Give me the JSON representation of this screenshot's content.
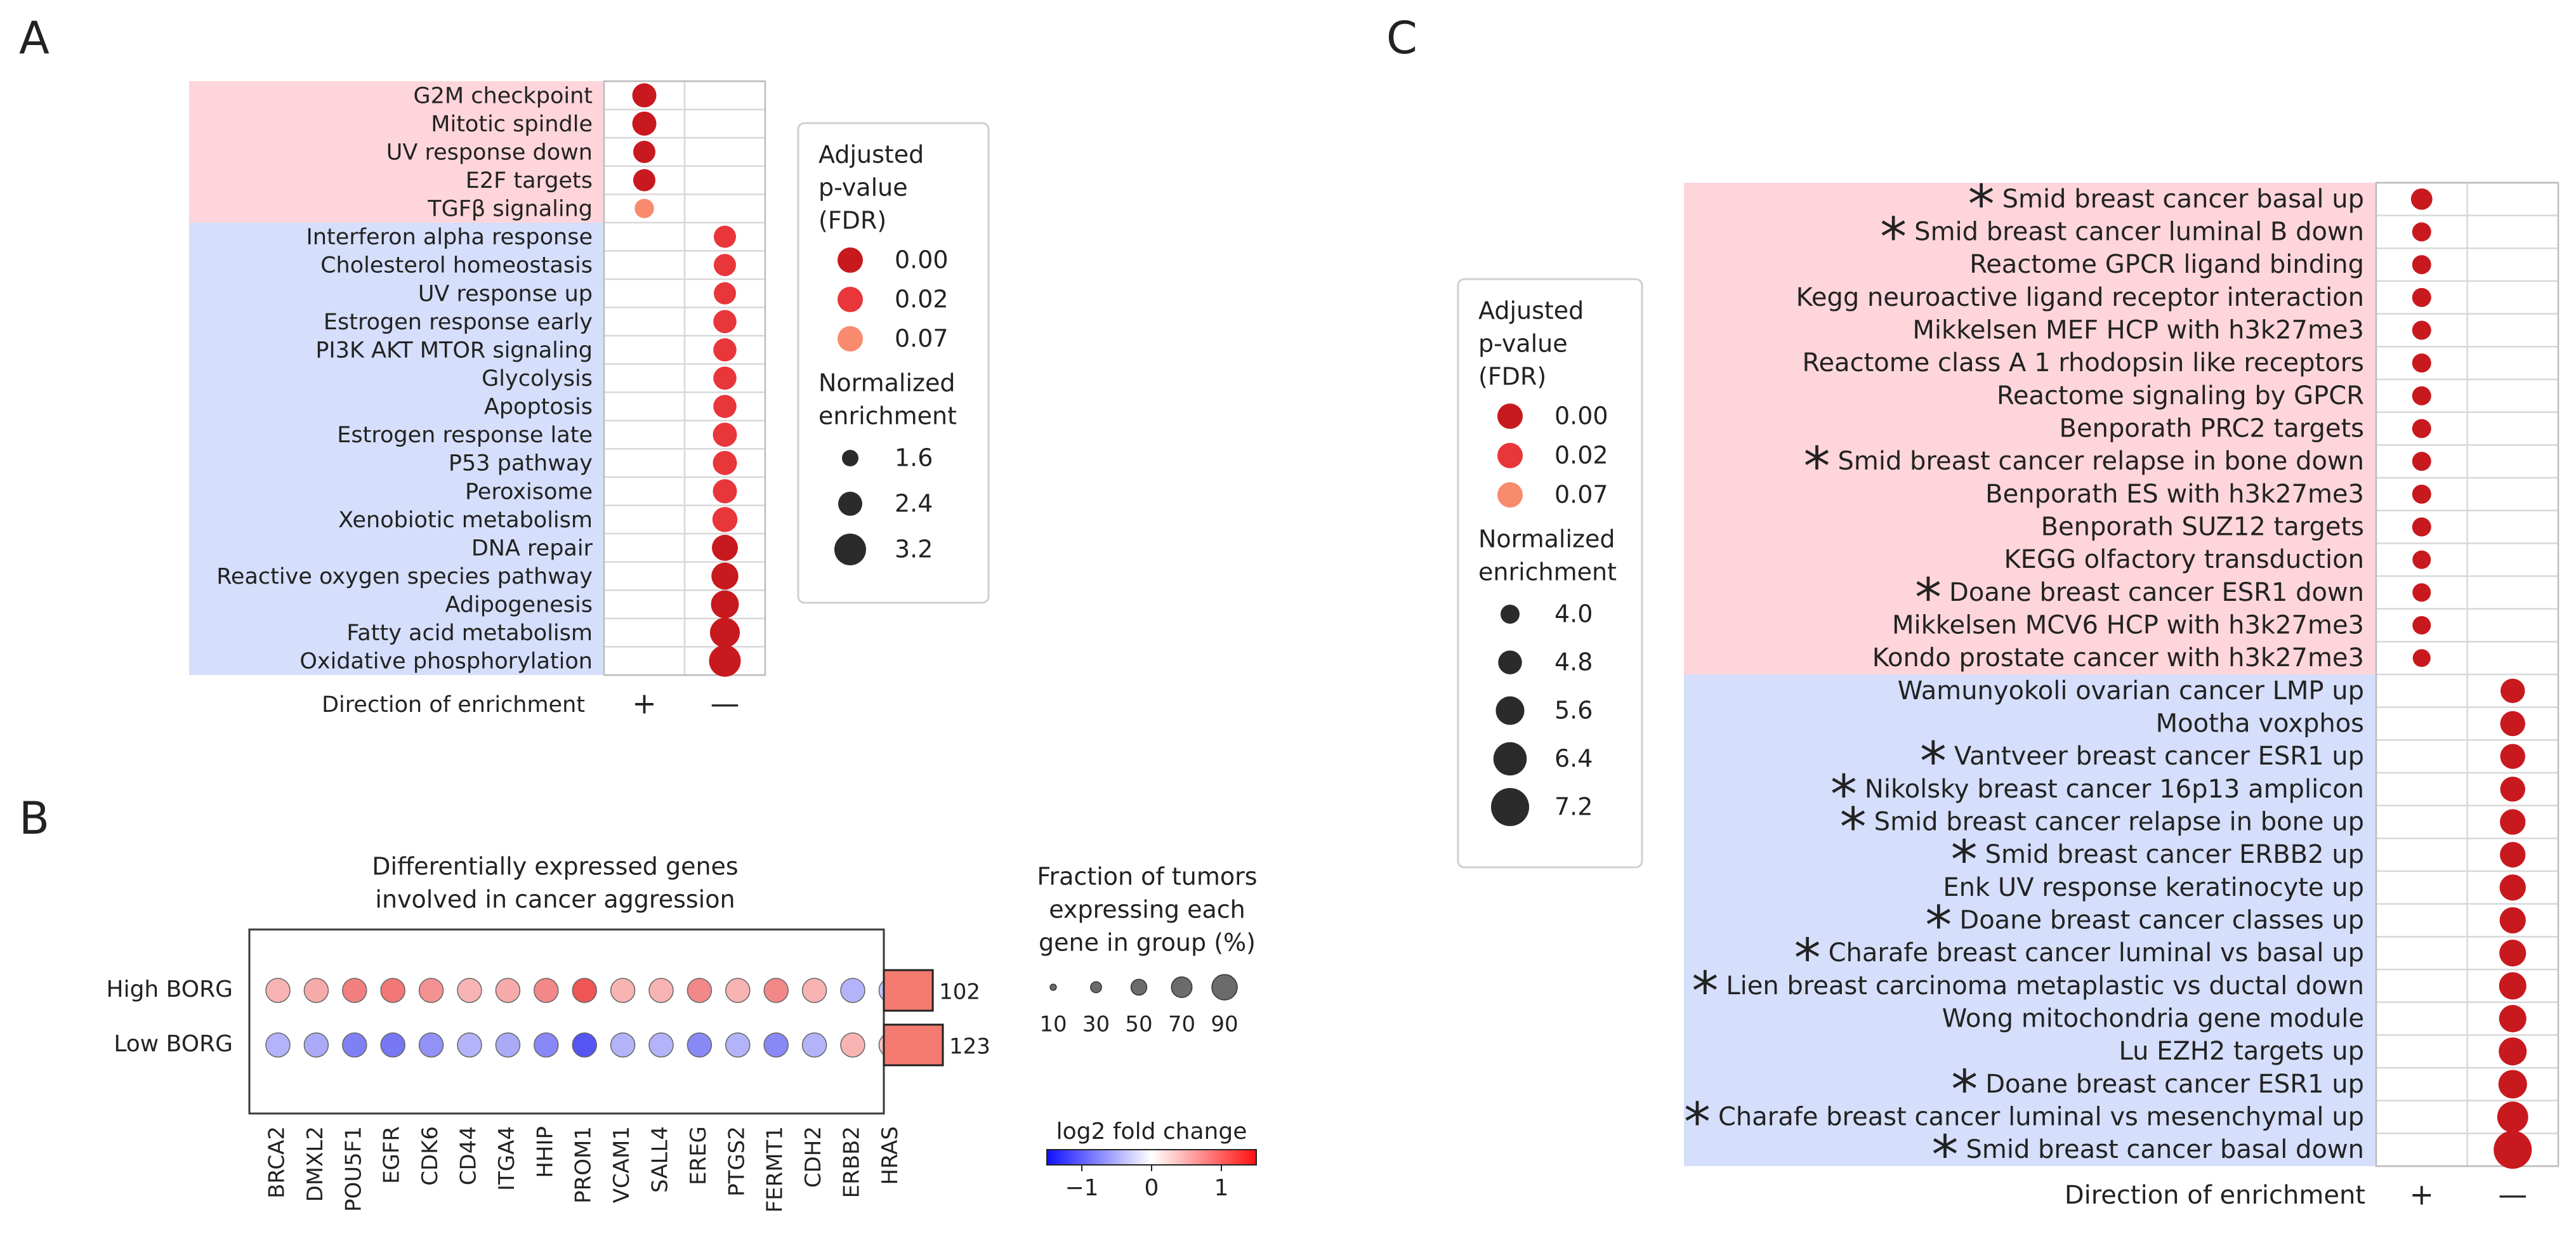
{
  "panels": {
    "a": "A",
    "b": "B",
    "c": "C"
  },
  "colors": {
    "up_band": "#fdd5db",
    "down_band": "#d5defa",
    "fdr_0_00": "#c8191f",
    "fdr_0_02": "#e8363a",
    "fdr_0_07": "#f88a6e",
    "star": "#ff1a1a",
    "count_bar": "#f47a70"
  },
  "panel_a": {
    "chart_data": {
      "type": "scatter",
      "title": "",
      "xlabel": "Direction of enrichment",
      "x_categories": [
        "+",
        "—"
      ],
      "legend_placement": "right",
      "color_legend": {
        "title": [
          "Adjusted",
          "p-value",
          "(FDR)"
        ],
        "values": [
          "0.00",
          "0.02",
          "0.07"
        ]
      },
      "size_legend": {
        "title": [
          "Normalized",
          "enrichment"
        ],
        "values": [
          "1.6",
          "2.4",
          "3.2"
        ]
      },
      "terms": [
        {
          "label": "G2M checkpoint",
          "direction": "+",
          "nes": 2.4,
          "fdr": 0.0
        },
        {
          "label": "Mitotic spindle",
          "direction": "+",
          "nes": 2.4,
          "fdr": 0.0
        },
        {
          "label": "UV response down",
          "direction": "+",
          "nes": 2.2,
          "fdr": 0.0
        },
        {
          "label": "E2F targets",
          "direction": "+",
          "nes": 2.2,
          "fdr": 0.0
        },
        {
          "label": "TGFβ signaling",
          "direction": "+",
          "nes": 1.9,
          "fdr": 0.07
        },
        {
          "label": "Interferon alpha response",
          "direction": "—",
          "nes": 2.2,
          "fdr": 0.02
        },
        {
          "label": "Cholesterol homeostasis",
          "direction": "—",
          "nes": 2.2,
          "fdr": 0.02
        },
        {
          "label": "UV response up",
          "direction": "—",
          "nes": 2.2,
          "fdr": 0.02
        },
        {
          "label": "Estrogen response early",
          "direction": "—",
          "nes": 2.3,
          "fdr": 0.02
        },
        {
          "label": "PI3K AKT MTOR signaling",
          "direction": "—",
          "nes": 2.3,
          "fdr": 0.02
        },
        {
          "label": "Glycolysis",
          "direction": "—",
          "nes": 2.3,
          "fdr": 0.02
        },
        {
          "label": "Apoptosis",
          "direction": "—",
          "nes": 2.3,
          "fdr": 0.02
        },
        {
          "label": "Estrogen response late",
          "direction": "—",
          "nes": 2.4,
          "fdr": 0.02
        },
        {
          "label": "P53 pathway",
          "direction": "—",
          "nes": 2.4,
          "fdr": 0.02
        },
        {
          "label": "Peroxisome",
          "direction": "—",
          "nes": 2.4,
          "fdr": 0.02
        },
        {
          "label": "Xenobiotic metabolism",
          "direction": "—",
          "nes": 2.5,
          "fdr": 0.02
        },
        {
          "label": "DNA repair",
          "direction": "—",
          "nes": 2.6,
          "fdr": 0.0
        },
        {
          "label": "Reactive oxygen species pathway",
          "direction": "—",
          "nes": 2.7,
          "fdr": 0.0
        },
        {
          "label": "Adipogenesis",
          "direction": "—",
          "nes": 2.8,
          "fdr": 0.0
        },
        {
          "label": "Fatty acid metabolism",
          "direction": "—",
          "nes": 3.0,
          "fdr": 0.0
        },
        {
          "label": "Oxidative phosphorylation",
          "direction": "—",
          "nes": 3.2,
          "fdr": 0.0
        }
      ]
    }
  },
  "panel_b": {
    "chart_data": {
      "type": "scatter",
      "title": [
        "Differentially expressed genes",
        "involved in cancer aggression"
      ],
      "groups": [
        "High BORG",
        "Low BORG"
      ],
      "genes": [
        "BRCA2",
        "DMXL2",
        "POU5F1",
        "EGFR",
        "CDK6",
        "CD44",
        "ITGA4",
        "HHIP",
        "PROM1",
        "VCAM1",
        "SALL4",
        "EREG",
        "PTGS2",
        "FERMT1",
        "CDH2",
        "ERBB2",
        "HRAS"
      ],
      "log2_fold_change": [
        0.45,
        0.5,
        0.75,
        0.8,
        0.65,
        0.45,
        0.5,
        0.7,
        1.0,
        0.45,
        0.45,
        0.7,
        0.45,
        0.7,
        0.45,
        -0.45,
        -0.35
      ],
      "group_counts": [
        102,
        123
      ],
      "fraction_legend": {
        "title": [
          "Fraction of tumors",
          "expressing each",
          "gene in group (%)"
        ],
        "values": [
          10,
          30,
          50,
          70,
          90
        ]
      },
      "colorbar": {
        "title": "log2 fold change",
        "range": [
          -1.5,
          1.5
        ],
        "ticks": [
          "−1",
          "0",
          "1"
        ]
      }
    }
  },
  "panel_c": {
    "chart_data": {
      "type": "scatter",
      "title": "",
      "xlabel": "Direction of enrichment",
      "x_categories": [
        "+",
        "—"
      ],
      "legend_placement": "left",
      "color_legend": {
        "title": [
          "Adjusted",
          "p-value",
          "(FDR)"
        ],
        "values": [
          "0.00",
          "0.02",
          "0.07"
        ]
      },
      "size_legend": {
        "title": [
          "Normalized",
          "enrichment"
        ],
        "values": [
          "4.0",
          "4.8",
          "5.6",
          "6.4",
          "7.2"
        ]
      },
      "terms": [
        {
          "label": "Smid breast cancer basal up",
          "star": true,
          "direction": "+",
          "nes": 4.4,
          "fdr": 0.0
        },
        {
          "label": "Smid breast cancer luminal B down",
          "star": true,
          "direction": "+",
          "nes": 4.0,
          "fdr": 0.0
        },
        {
          "label": "Reactome GPCR ligand binding",
          "star": false,
          "direction": "+",
          "nes": 4.0,
          "fdr": 0.0
        },
        {
          "label": "Kegg neuroactive ligand receptor interaction",
          "star": false,
          "direction": "+",
          "nes": 4.0,
          "fdr": 0.0
        },
        {
          "label": "Mikkelsen MEF HCP with h3k27me3",
          "star": false,
          "direction": "+",
          "nes": 4.0,
          "fdr": 0.0
        },
        {
          "label": "Reactome class A 1 rhodopsin like receptors",
          "star": false,
          "direction": "+",
          "nes": 4.0,
          "fdr": 0.0
        },
        {
          "label": "Reactome signaling by GPCR",
          "star": false,
          "direction": "+",
          "nes": 4.0,
          "fdr": 0.0
        },
        {
          "label": "Benporath PRC2 targets",
          "star": false,
          "direction": "+",
          "nes": 4.0,
          "fdr": 0.0
        },
        {
          "label": "Smid breast cancer relapse in bone down",
          "star": true,
          "direction": "+",
          "nes": 4.0,
          "fdr": 0.0
        },
        {
          "label": "Benporath ES with h3k27me3",
          "star": false,
          "direction": "+",
          "nes": 4.0,
          "fdr": 0.0
        },
        {
          "label": "Benporath SUZ12 targets",
          "star": false,
          "direction": "+",
          "nes": 4.0,
          "fdr": 0.0
        },
        {
          "label": "KEGG olfactory transduction",
          "star": false,
          "direction": "+",
          "nes": 3.9,
          "fdr": 0.0
        },
        {
          "label": "Doane breast cancer ESR1 down",
          "star": true,
          "direction": "+",
          "nes": 3.9,
          "fdr": 0.0
        },
        {
          "label": "Mikkelsen MCV6 HCP with h3k27me3",
          "star": false,
          "direction": "+",
          "nes": 3.9,
          "fdr": 0.0
        },
        {
          "label": "Kondo prostate cancer with h3k27me3",
          "star": false,
          "direction": "+",
          "nes": 3.8,
          "fdr": 0.0
        },
        {
          "label": "Wamunyokoli ovarian cancer LMP up",
          "star": false,
          "direction": "—",
          "nes": 4.9,
          "fdr": 0.0
        },
        {
          "label": "Mootha voxphos",
          "star": false,
          "direction": "—",
          "nes": 5.0,
          "fdr": 0.0
        },
        {
          "label": "Vantveer breast cancer ESR1 up",
          "star": true,
          "direction": "—",
          "nes": 5.0,
          "fdr": 0.0
        },
        {
          "label": "Nikolsky breast cancer 16p13 amplicon",
          "star": true,
          "direction": "—",
          "nes": 5.0,
          "fdr": 0.0
        },
        {
          "label": "Smid breast cancer relapse in bone up",
          "star": true,
          "direction": "—",
          "nes": 5.1,
          "fdr": 0.0
        },
        {
          "label": "Smid breast cancer ERBB2 up",
          "star": true,
          "direction": "—",
          "nes": 5.1,
          "fdr": 0.0
        },
        {
          "label": "Enk UV response keratinocyte up",
          "star": false,
          "direction": "—",
          "nes": 5.2,
          "fdr": 0.0
        },
        {
          "label": "Doane breast cancer classes up",
          "star": true,
          "direction": "—",
          "nes": 5.2,
          "fdr": 0.0
        },
        {
          "label": "Charafe breast cancer luminal vs basal up",
          "star": true,
          "direction": "—",
          "nes": 5.3,
          "fdr": 0.0
        },
        {
          "label": "Lien breast carcinoma metaplastic vs ductal down",
          "star": true,
          "direction": "—",
          "nes": 5.4,
          "fdr": 0.0
        },
        {
          "label": "Wong mitochondria gene module",
          "star": false,
          "direction": "—",
          "nes": 5.4,
          "fdr": 0.0
        },
        {
          "label": "Lu EZH2 targets up",
          "star": false,
          "direction": "—",
          "nes": 5.5,
          "fdr": 0.0
        },
        {
          "label": "Doane breast cancer ESR1 up",
          "star": true,
          "direction": "—",
          "nes": 5.6,
          "fdr": 0.0
        },
        {
          "label": "Charafe breast cancer luminal vs mesenchymal up",
          "star": true,
          "direction": "—",
          "nes": 6.0,
          "fdr": 0.0
        },
        {
          "label": "Smid breast cancer basal down",
          "star": true,
          "direction": "—",
          "nes": 7.2,
          "fdr": 0.0
        }
      ]
    }
  }
}
